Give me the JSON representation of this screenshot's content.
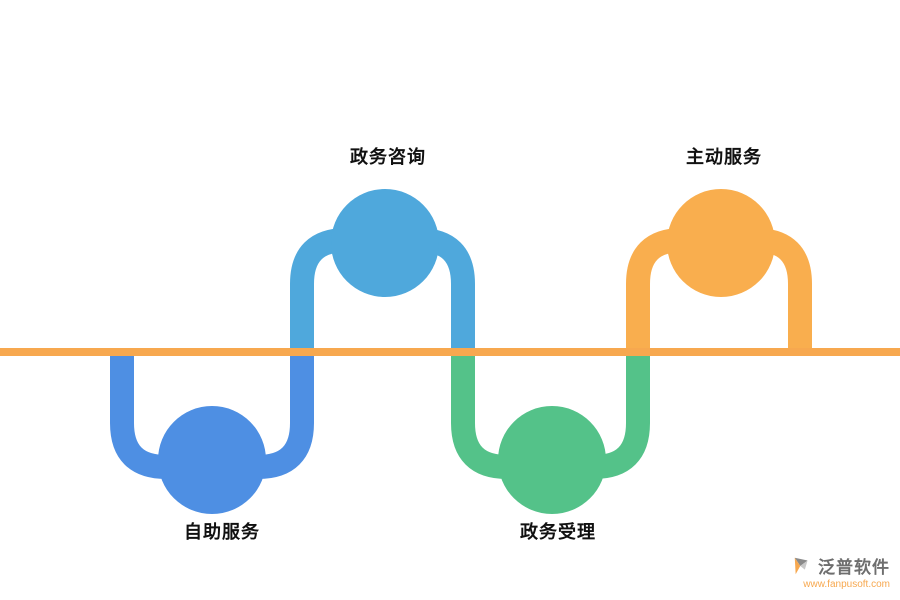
{
  "diagram": {
    "baseline_color": "#F7A84F",
    "nodes": [
      {
        "id": "self-service",
        "label": "自助服务",
        "color": "#4E8FE3",
        "side": "below"
      },
      {
        "id": "consultation",
        "label": "政务咨询",
        "color": "#4FA8DC",
        "side": "above"
      },
      {
        "id": "acceptance",
        "label": "政务受理",
        "color": "#54C289",
        "side": "below"
      },
      {
        "id": "proactive",
        "label": "主动服务",
        "color": "#F9AE4E",
        "side": "above"
      }
    ]
  },
  "footer": {
    "brand": "泛普软件",
    "website": "www.fanpusoft.com",
    "brand_color": "#6e6e6e",
    "website_color": "#F7A84F"
  }
}
